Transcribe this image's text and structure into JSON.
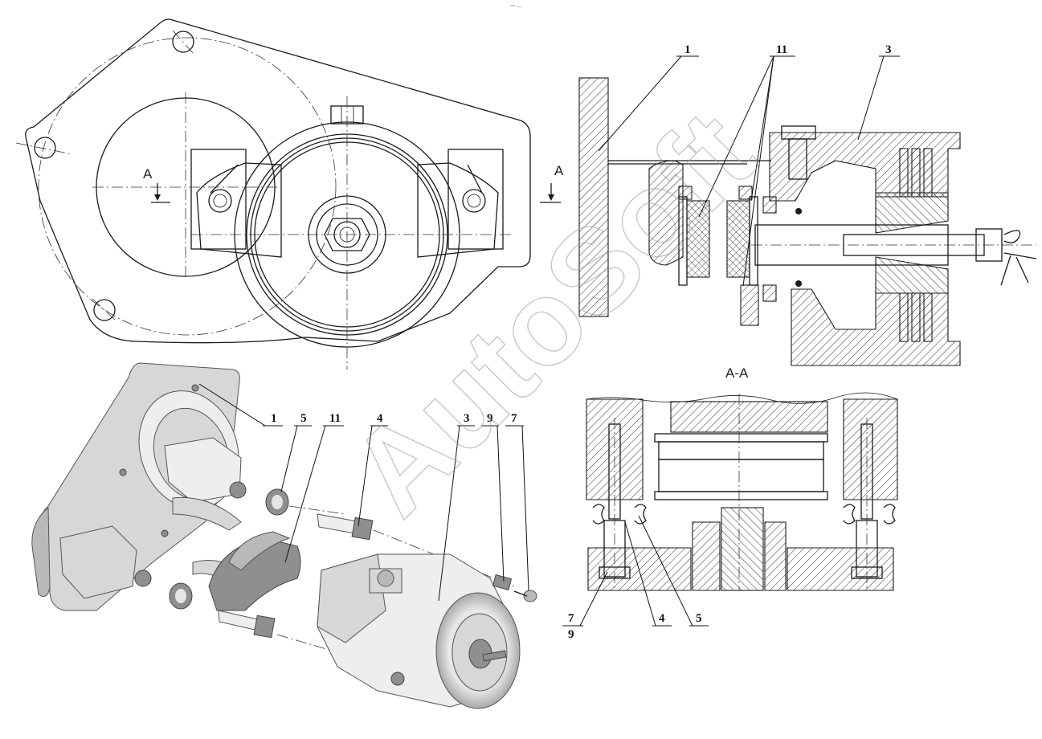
{
  "top_mark": "\"\" ---",
  "watermark": "AutoSoft",
  "front_view": {
    "section_marker_left": "A",
    "section_marker_right": "A"
  },
  "section_view": {
    "title": "A-A"
  },
  "callouts": {
    "side_section": {
      "c1": "1",
      "c11": "11",
      "c3": "3"
    },
    "exploded": {
      "c1": "1",
      "c5": "5",
      "c11": "11",
      "c4": "4",
      "c3": "3",
      "c9": "9",
      "c7": "7"
    },
    "aa_section": {
      "c7": "7",
      "c9": "9",
      "c4": "4",
      "c5": "5"
    }
  }
}
